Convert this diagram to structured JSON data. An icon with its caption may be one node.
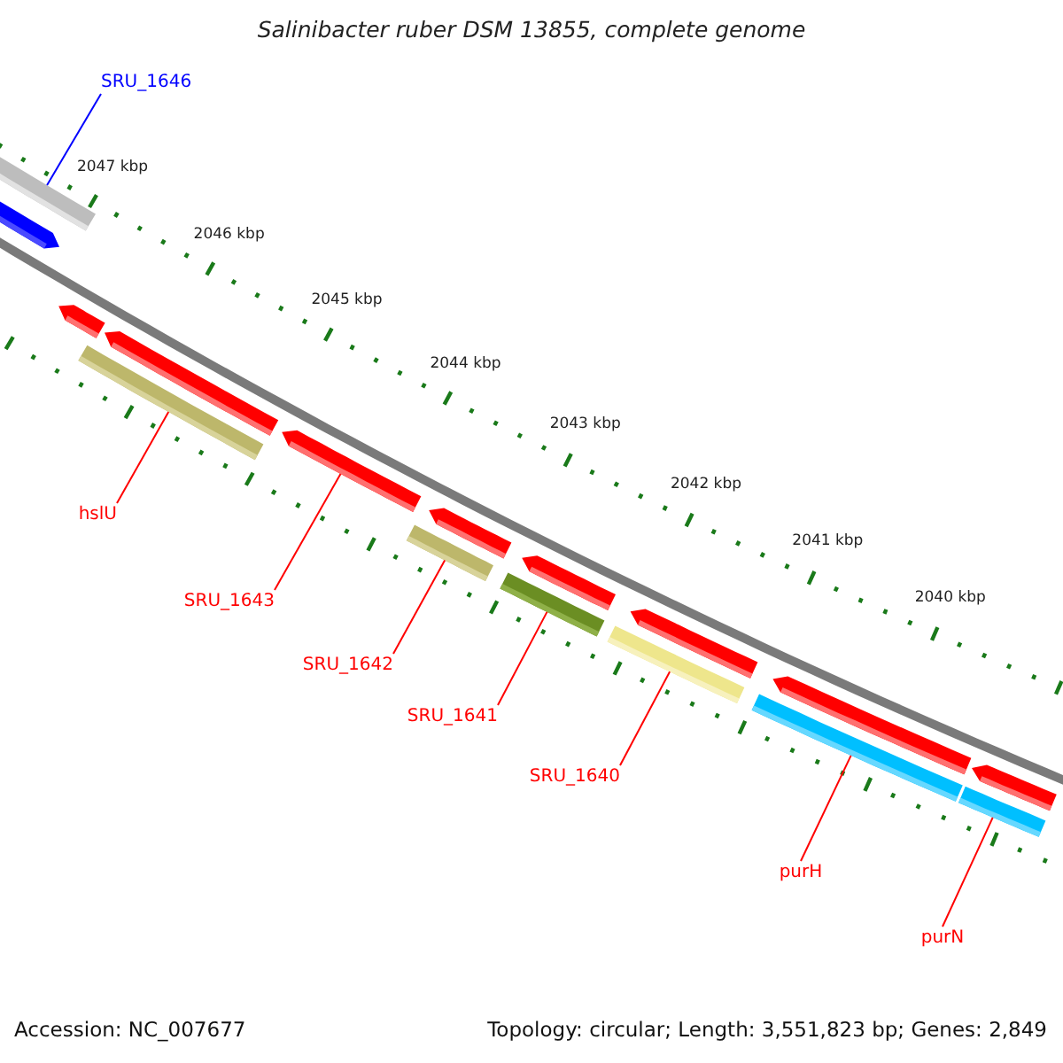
{
  "diagram": {
    "title": "Salinibacter ruber DSM 13855, complete genome",
    "nodes": [
      {
        "text": [],
        "shape": "bar"
      },
      {
        "text": [],
        "shape": "bar"
      },
      {
        "text": [],
        "shape": "bar"
      },
      {
        "text": [],
        "shape": "bar"
      },
      {
        "text": [],
        "shape": "bar"
      },
      {
        "text": [],
        "shape": "bar"
      },
      {
        "text": [],
        "shape": "bar"
      },
      {
        "text": [],
        "shape": "bar"
      },
      {
        "text": [],
        "shape": "bar"
      },
      {
        "text": [],
        "shape": "bar"
      },
      {
        "text": [],
        "shape": "bar"
      },
      {
        "text": [],
        "shape": "bar"
      },
      {
        "text": [],
        "shape": "bar"
      },
      {
        "text": [],
        "shape": "bar"
      },
      {
        "text": [],
        "shape": "bar"
      },
      {
        "text": [],
        "shape": "bar"
      },
      {
        "text": [
          "SRU_1646"
        ]
      },
      {
        "text": [
          "hslU"
        ]
      },
      {
        "text": [
          "SRU_1643"
        ]
      },
      {
        "text": [
          "SRU_1642"
        ]
      },
      {
        "text": [
          "SRU_1641"
        ]
      },
      {
        "text": [
          "SRU_1640"
        ]
      },
      {
        "text": [
          "purH"
        ]
      },
      {
        "text": [
          "purN"
        ]
      }
    ],
    "edges": [
      {
        "from": 16,
        "to": 0,
        "arrow": "none",
        "color": "#0000ff"
      },
      {
        "from": 17,
        "to": 4,
        "arrow": "none"
      },
      {
        "from": 18,
        "to": 5,
        "arrow": "none"
      },
      {
        "from": 19,
        "to": 7,
        "arrow": "none"
      },
      {
        "from": 20,
        "to": 9,
        "arrow": "none"
      },
      {
        "from": 21,
        "to": 11,
        "arrow": "none"
      },
      {
        "from": 22,
        "to": 13,
        "arrow": "none"
      },
      {
        "from": 23,
        "to": 15,
        "arrow": "none"
      }
    ],
    "labels": [
      "2047 kbp",
      "2046 kbp",
      "2045 kbp",
      "2044 kbp",
      "2043 kbp",
      "2042 kbp",
      "2041 kbp",
      "2040 kbp",
      "Accession: NC_007677",
      "Topology: circular; Length: 3,551,823 bp; Genes: 2,849"
    ]
  }
}
